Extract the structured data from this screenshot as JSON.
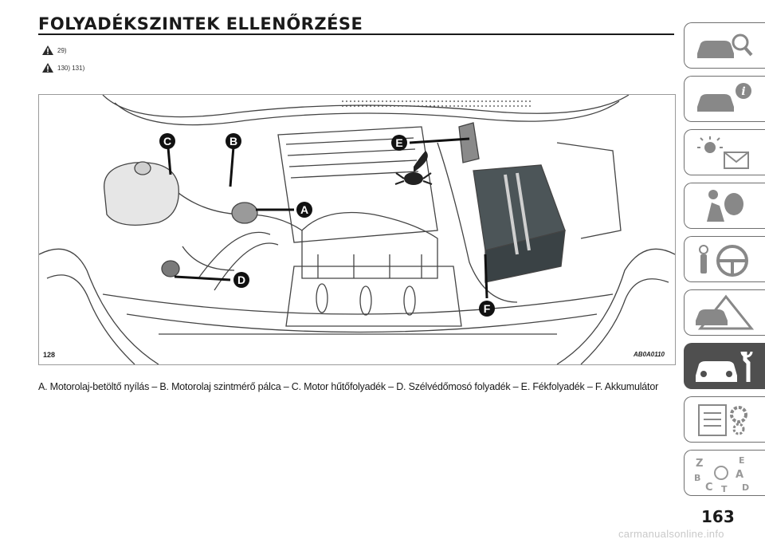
{
  "header": {
    "title": "FOLYADÉKSZINTEK ELLENŐRZÉSE"
  },
  "warnings": [
    {
      "icon": "warning-triangle-icon",
      "ref": "29)"
    },
    {
      "icon": "warning-triangle-icon",
      "ref": "130) 131)"
    }
  ],
  "figure": {
    "number": "128",
    "code": "AB0A0110",
    "callouts": [
      "A",
      "B",
      "C",
      "D",
      "E",
      "F"
    ]
  },
  "caption": "A. Motorolaj-betöltő nyílás – B. Motorolaj szintmérő pálca – C. Motor hűtőfolyadék – D. Szélvédőmosó folyadék – E. Fékfolyadék – F. Akkumulátor",
  "sidebar": {
    "tabs": [
      {
        "icon": "car-search-icon",
        "active": false
      },
      {
        "icon": "car-info-icon",
        "active": false
      },
      {
        "icon": "warning-light-message-icon",
        "active": false
      },
      {
        "icon": "airbag-person-icon",
        "active": false
      },
      {
        "icon": "steering-wheel-key-icon",
        "active": false
      },
      {
        "icon": "car-emergency-icon",
        "active": false
      },
      {
        "icon": "car-wrench-icon",
        "active": true
      },
      {
        "icon": "specs-gear-icon",
        "active": false
      },
      {
        "icon": "alphabet-index-icon",
        "active": false
      }
    ]
  },
  "page": {
    "number": "163",
    "watermark": "carmanualsonline.info"
  },
  "colors": {
    "accent_tab": "#4f4f4f",
    "text": "#1a1a1a"
  }
}
